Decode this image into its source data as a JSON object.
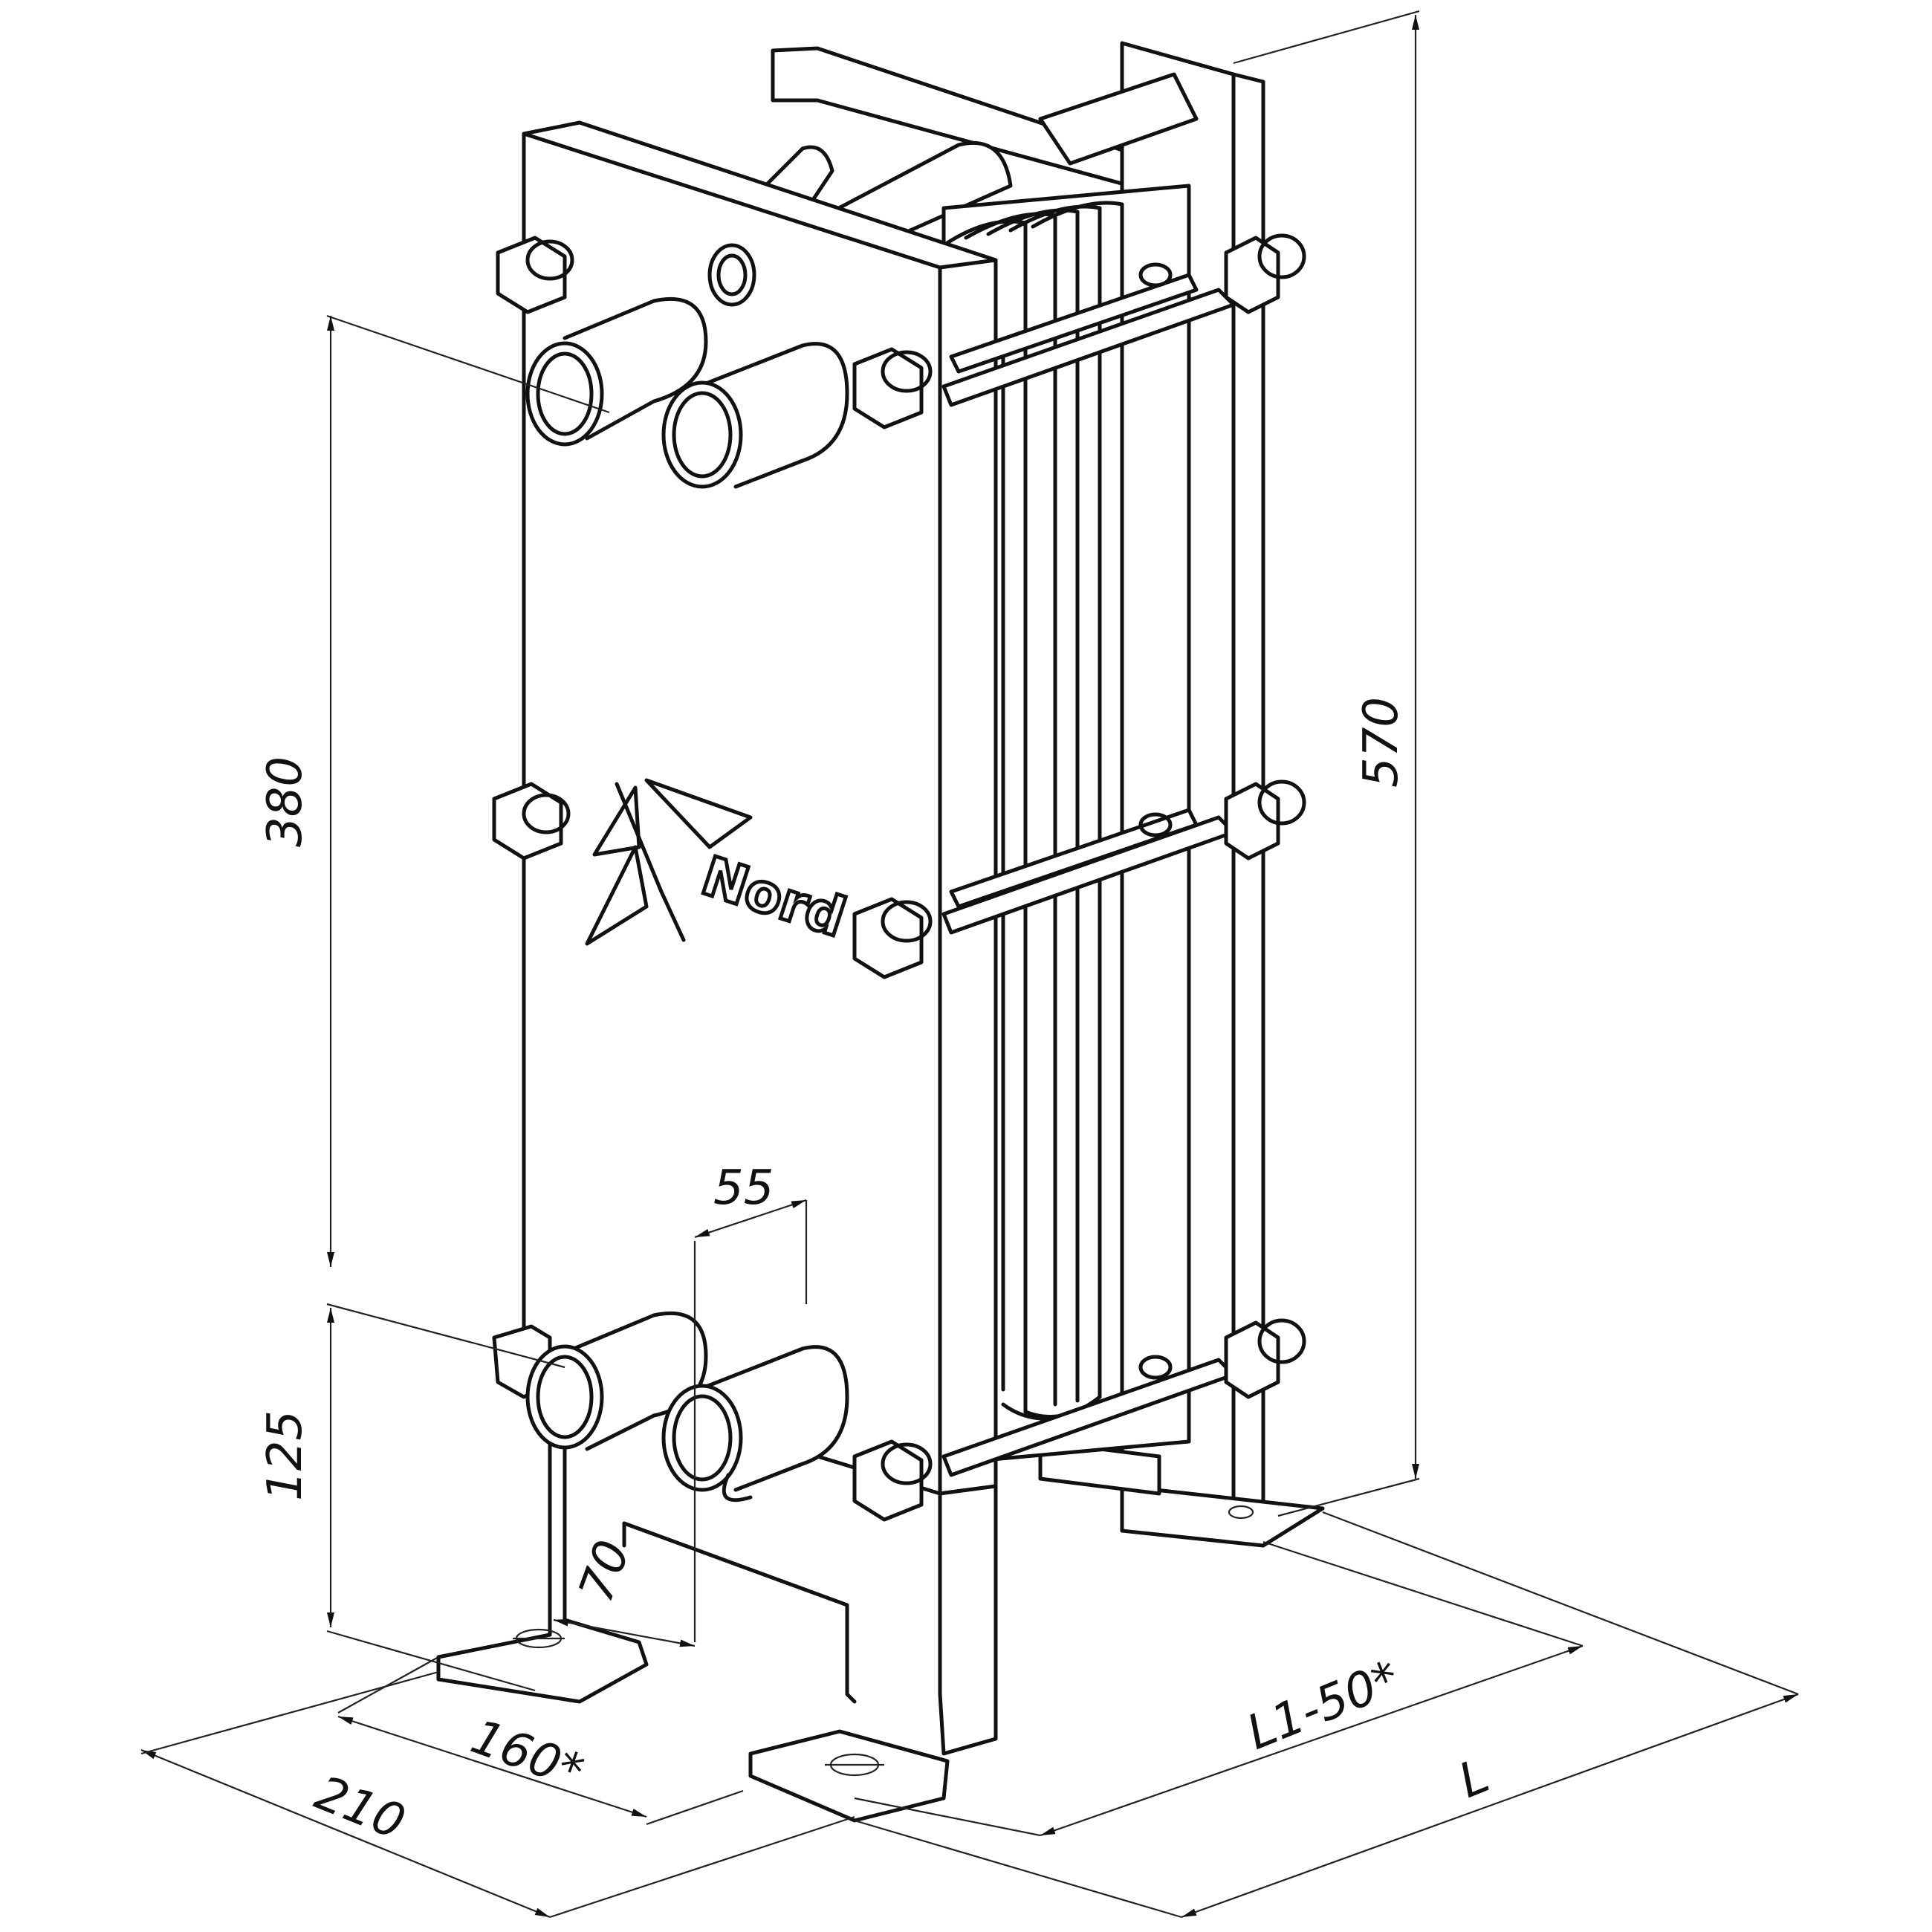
{
  "logo": {
    "text": "Nord"
  },
  "dimensions": {
    "height_total": "570",
    "port_spacing_vertical": "380",
    "port_height_from_base": "125",
    "port_spacing_horizontal": "55",
    "foot_offset": "70",
    "foot_spacing": "160*",
    "width": "210",
    "length_reduced": "L1-50*",
    "length": "L"
  }
}
